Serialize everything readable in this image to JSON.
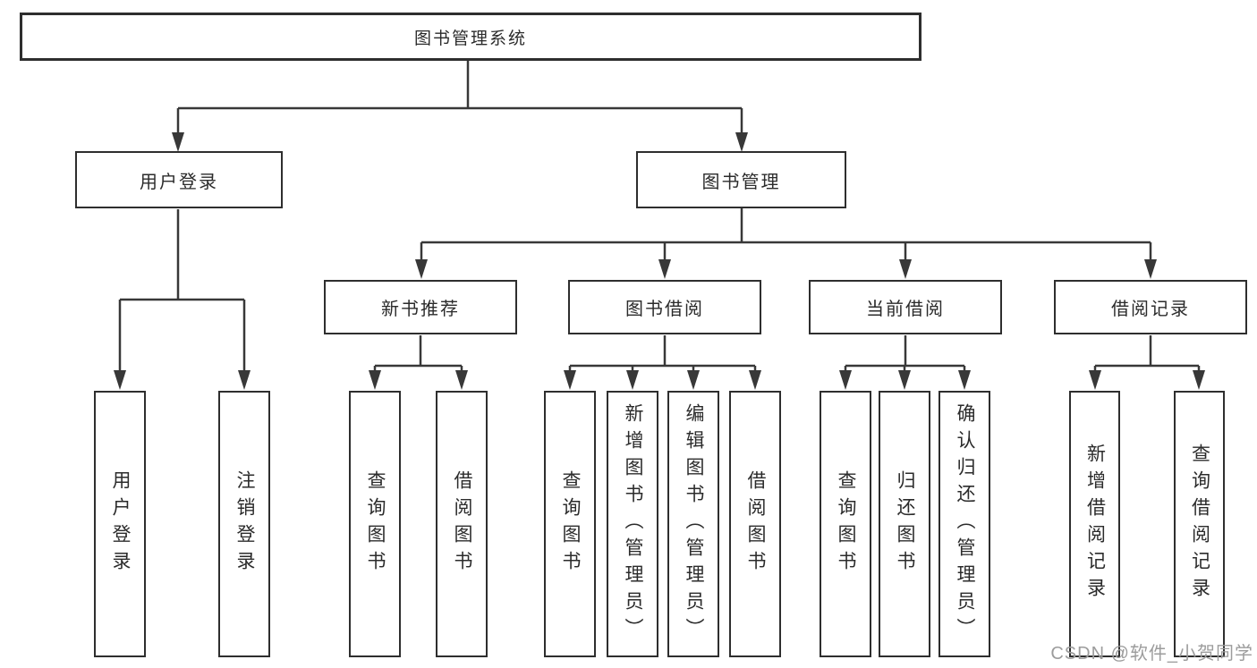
{
  "diagram": {
    "root": {
      "label": "图书管理系统"
    },
    "level2": {
      "user_login": {
        "label": "用户登录"
      },
      "book_mgmt": {
        "label": "图书管理"
      }
    },
    "level3": {
      "new_book": {
        "label": "新书推荐"
      },
      "book_borrow": {
        "label": "图书借阅"
      },
      "current_borrow": {
        "label": "当前借阅"
      },
      "borrow_record": {
        "label": "借阅记录"
      }
    },
    "leaves": {
      "user_login": [
        {
          "label": "用户登录"
        },
        {
          "label": "注销登录"
        }
      ],
      "new_book": [
        {
          "label": "查询图书"
        },
        {
          "label": "借阅图书"
        }
      ],
      "book_borrow": [
        {
          "label": "查询图书"
        },
        {
          "label": "新增图书（管理员）"
        },
        {
          "label": "编辑图书（管理员）"
        },
        {
          "label": "借阅图书"
        }
      ],
      "current_borrow": [
        {
          "label": "查询图书"
        },
        {
          "label": "归还图书"
        },
        {
          "label": "确认归还（管理员）"
        }
      ],
      "borrow_record": [
        {
          "label": "新增借阅记录"
        },
        {
          "label": "查询借阅记录"
        }
      ]
    },
    "watermark": "CSDN @软件_小贺同学",
    "colors": {
      "line": "#383838",
      "border": "#2e2e2e",
      "text": "#2b2b2b",
      "watermark": "#9c9c9c",
      "background": "#ffffff"
    }
  }
}
